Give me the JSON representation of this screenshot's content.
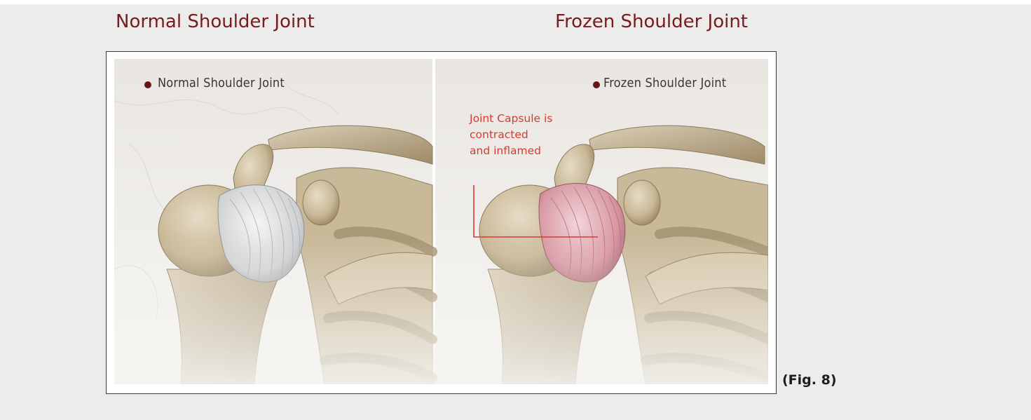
{
  "headings": {
    "normal": "Normal Shoulder Joint",
    "frozen": "Frozen Shoulder Joint"
  },
  "figure": {
    "panel_normal_label": "Normal Shoulder Joint",
    "panel_frozen_label": "Frozen Shoulder Joint",
    "annotation_lines": [
      "Joint Capsule is",
      "contracted",
      "and inflamed"
    ],
    "caption": "(Fig. 8)"
  },
  "colors": {
    "heading": "#7a1a1f",
    "annotation": "#d63a33",
    "bone": "#cbbb9c",
    "normal_capsule": "#dcdcdc",
    "frozen_capsule": "#d9a6ae"
  }
}
